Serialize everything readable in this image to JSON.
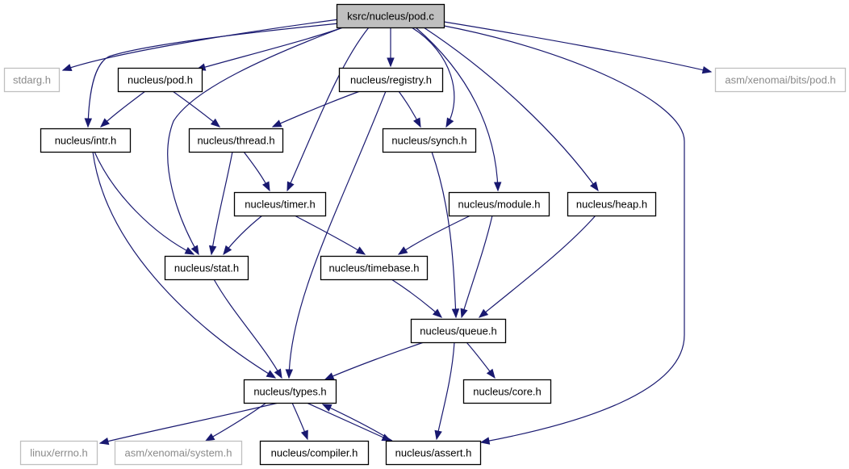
{
  "graph": {
    "colors": {
      "edge": "#191970",
      "node_border": "#000000",
      "external_border": "#bfbfbf",
      "external_text": "#8a8a8a",
      "root_fill": "#bfbfbf",
      "text": "#000000"
    },
    "nodes": [
      {
        "id": "root",
        "label": "ksrc/nucleus/pod.c",
        "kind": "root"
      },
      {
        "id": "stdarg",
        "label": "stdarg.h",
        "kind": "external"
      },
      {
        "id": "pod_h",
        "label": "nucleus/pod.h",
        "kind": "include"
      },
      {
        "id": "registry",
        "label": "nucleus/registry.h",
        "kind": "include"
      },
      {
        "id": "asm_pod",
        "label": "asm/xenomai/bits/pod.h",
        "kind": "external"
      },
      {
        "id": "intr",
        "label": "nucleus/intr.h",
        "kind": "include"
      },
      {
        "id": "thread",
        "label": "nucleus/thread.h",
        "kind": "include"
      },
      {
        "id": "synch",
        "label": "nucleus/synch.h",
        "kind": "include"
      },
      {
        "id": "timer",
        "label": "nucleus/timer.h",
        "kind": "include"
      },
      {
        "id": "module",
        "label": "nucleus/module.h",
        "kind": "include"
      },
      {
        "id": "heap",
        "label": "nucleus/heap.h",
        "kind": "include"
      },
      {
        "id": "stat",
        "label": "nucleus/stat.h",
        "kind": "include"
      },
      {
        "id": "timebase",
        "label": "nucleus/timebase.h",
        "kind": "include"
      },
      {
        "id": "queue",
        "label": "nucleus/queue.h",
        "kind": "include"
      },
      {
        "id": "types",
        "label": "nucleus/types.h",
        "kind": "include"
      },
      {
        "id": "core",
        "label": "nucleus/core.h",
        "kind": "include"
      },
      {
        "id": "errno",
        "label": "linux/errno.h",
        "kind": "external"
      },
      {
        "id": "system",
        "label": "asm/xenomai/system.h",
        "kind": "external"
      },
      {
        "id": "compiler",
        "label": "nucleus/compiler.h",
        "kind": "include"
      },
      {
        "id": "assert",
        "label": "nucleus/assert.h",
        "kind": "include"
      }
    ],
    "edges": [
      {
        "from": "root",
        "to": "stdarg"
      },
      {
        "from": "root",
        "to": "pod_h"
      },
      {
        "from": "root",
        "to": "registry"
      },
      {
        "from": "root",
        "to": "asm_pod"
      },
      {
        "from": "root",
        "to": "intr"
      },
      {
        "from": "root",
        "to": "stat"
      },
      {
        "from": "root",
        "to": "timer"
      },
      {
        "from": "root",
        "to": "synch"
      },
      {
        "from": "root",
        "to": "module"
      },
      {
        "from": "root",
        "to": "heap"
      },
      {
        "from": "root",
        "to": "assert"
      },
      {
        "from": "pod_h",
        "to": "intr"
      },
      {
        "from": "pod_h",
        "to": "thread"
      },
      {
        "from": "registry",
        "to": "thread"
      },
      {
        "from": "registry",
        "to": "synch"
      },
      {
        "from": "registry",
        "to": "types"
      },
      {
        "from": "intr",
        "to": "stat"
      },
      {
        "from": "intr",
        "to": "types"
      },
      {
        "from": "thread",
        "to": "timer"
      },
      {
        "from": "thread",
        "to": "stat"
      },
      {
        "from": "timer",
        "to": "stat"
      },
      {
        "from": "timer",
        "to": "timebase"
      },
      {
        "from": "synch",
        "to": "queue"
      },
      {
        "from": "module",
        "to": "timebase"
      },
      {
        "from": "module",
        "to": "queue"
      },
      {
        "from": "heap",
        "to": "queue"
      },
      {
        "from": "stat",
        "to": "types"
      },
      {
        "from": "timebase",
        "to": "queue"
      },
      {
        "from": "queue",
        "to": "types"
      },
      {
        "from": "queue",
        "to": "core"
      },
      {
        "from": "queue",
        "to": "assert"
      },
      {
        "from": "types",
        "to": "errno"
      },
      {
        "from": "types",
        "to": "system"
      },
      {
        "from": "types",
        "to": "compiler"
      },
      {
        "from": "types",
        "to": "assert"
      },
      {
        "from": "assert",
        "to": "types"
      }
    ]
  }
}
